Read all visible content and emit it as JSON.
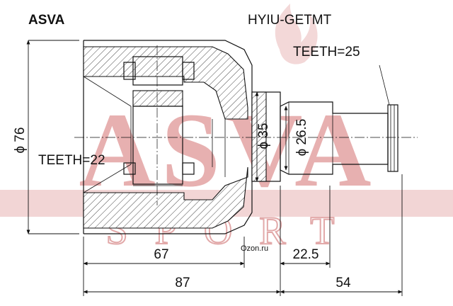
{
  "brand": "ASVA",
  "part_number": "HYIU-GETMT",
  "teeth_outer": "TEETH=25",
  "teeth_inner": "TEETH=22",
  "watermark": {
    "main": "ASVA",
    "sub": "SPORT",
    "site": "Ozon.ru"
  },
  "dimensions": {
    "outer_diameter": "76",
    "housing_neck_diameter": "35",
    "shaft_diameter": "26.5",
    "housing_depth": "67",
    "housing_length": "87",
    "spline_length": "22.5",
    "shaft_length": "54"
  },
  "symbols": {
    "diameter": "ɸ"
  },
  "colors": {
    "watermark": "#e7b0b0",
    "lines": "#111111",
    "background": "#ffffff"
  }
}
